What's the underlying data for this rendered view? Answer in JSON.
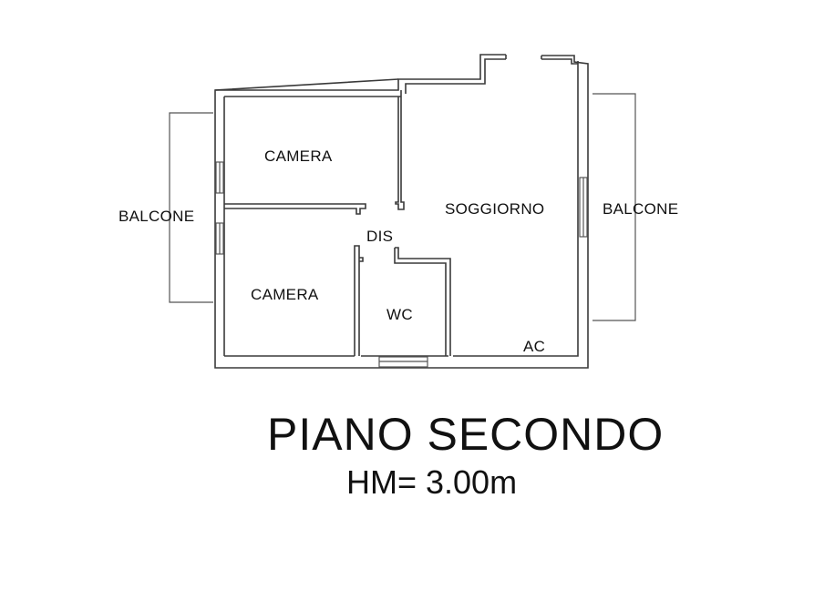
{
  "plan": {
    "title": "PIANO SECONDO",
    "height_note": "HM= 3.00m",
    "rooms": [
      {
        "id": "camera-top",
        "label": "CAMERA"
      },
      {
        "id": "camera-bottom",
        "label": "CAMERA"
      },
      {
        "id": "soggiorno",
        "label": "SOGGIORNO"
      },
      {
        "id": "dis",
        "label": "DIS"
      },
      {
        "id": "wc",
        "label": "WC"
      },
      {
        "id": "ac",
        "label": "AC"
      },
      {
        "id": "balcone-left",
        "label": "BALCONE"
      },
      {
        "id": "balcone-right",
        "label": "BALCONE"
      }
    ],
    "colors": {
      "wall": "#3a3a3a",
      "text": "#111111",
      "background": "#ffffff"
    }
  }
}
